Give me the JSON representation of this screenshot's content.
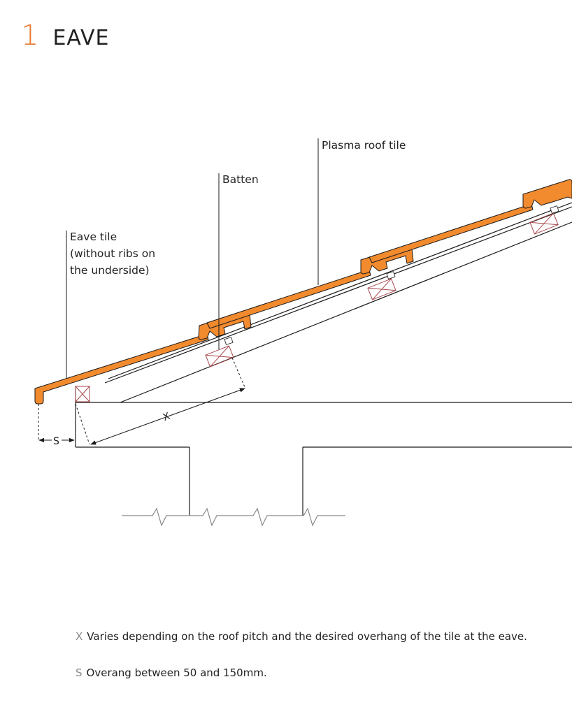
{
  "heading": {
    "number": "1",
    "title": "EAVE"
  },
  "labels": {
    "plasma_roof_tile": "Plasma roof tile",
    "batten": "Batten",
    "eave_tile_lines": [
      "Eave tile",
      "(without ribs on",
      "the underside)"
    ]
  },
  "dimensions": {
    "x": "X",
    "s": "S"
  },
  "notes": [
    {
      "key": "X",
      "text": "Varies depending on the roof pitch and the desired overhang of the tile at the eave."
    },
    {
      "key": "S",
      "text": "Overang between 50 and 150mm."
    }
  ],
  "colors": {
    "tile_orange": "#f28a2e",
    "heading_orange": "#e8772e",
    "batten_red": "#a8474b",
    "line": "#1a1a1a",
    "ground": "#888888"
  }
}
